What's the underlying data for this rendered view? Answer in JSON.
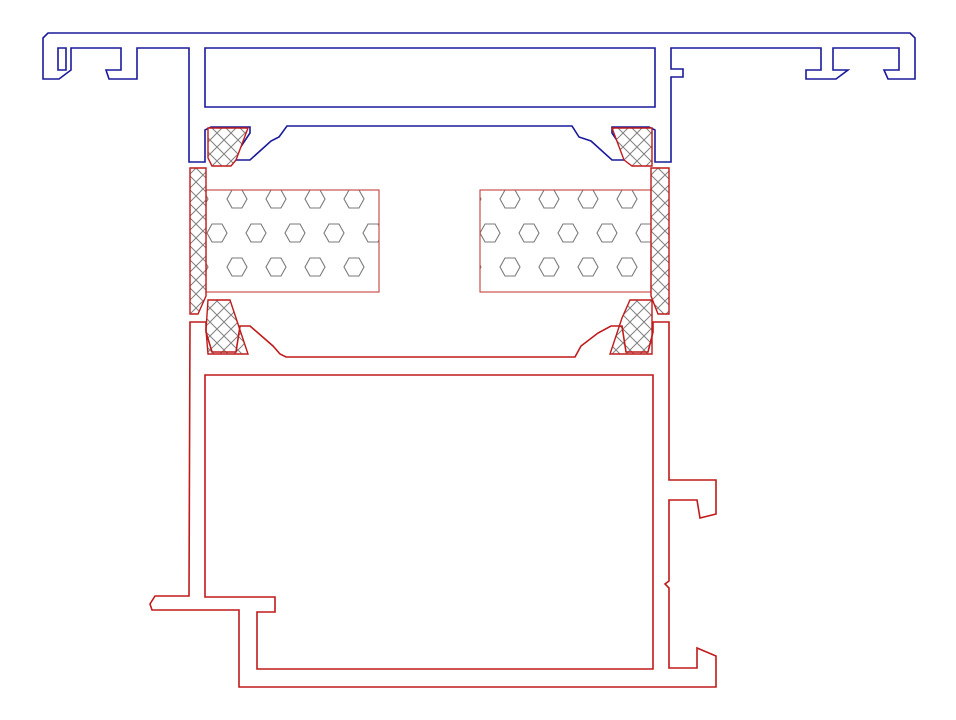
{
  "drawing": {
    "colors": {
      "top_profile": "#1a1a9c",
      "bottom_profile": "#c01a1a",
      "insulation_outline": "#c84040",
      "hatch": "#808080",
      "hex_pattern": "#7a7a7a",
      "background": "#ffffff"
    },
    "parts": [
      "top-aluminium-profile",
      "bottom-aluminium-profile",
      "thermal-break-strip-left",
      "thermal-break-strip-right",
      "gasket-upper-left",
      "gasket-upper-right",
      "gasket-lower-left",
      "gasket-lower-right",
      "gasket-side-left",
      "gasket-side-right"
    ]
  }
}
